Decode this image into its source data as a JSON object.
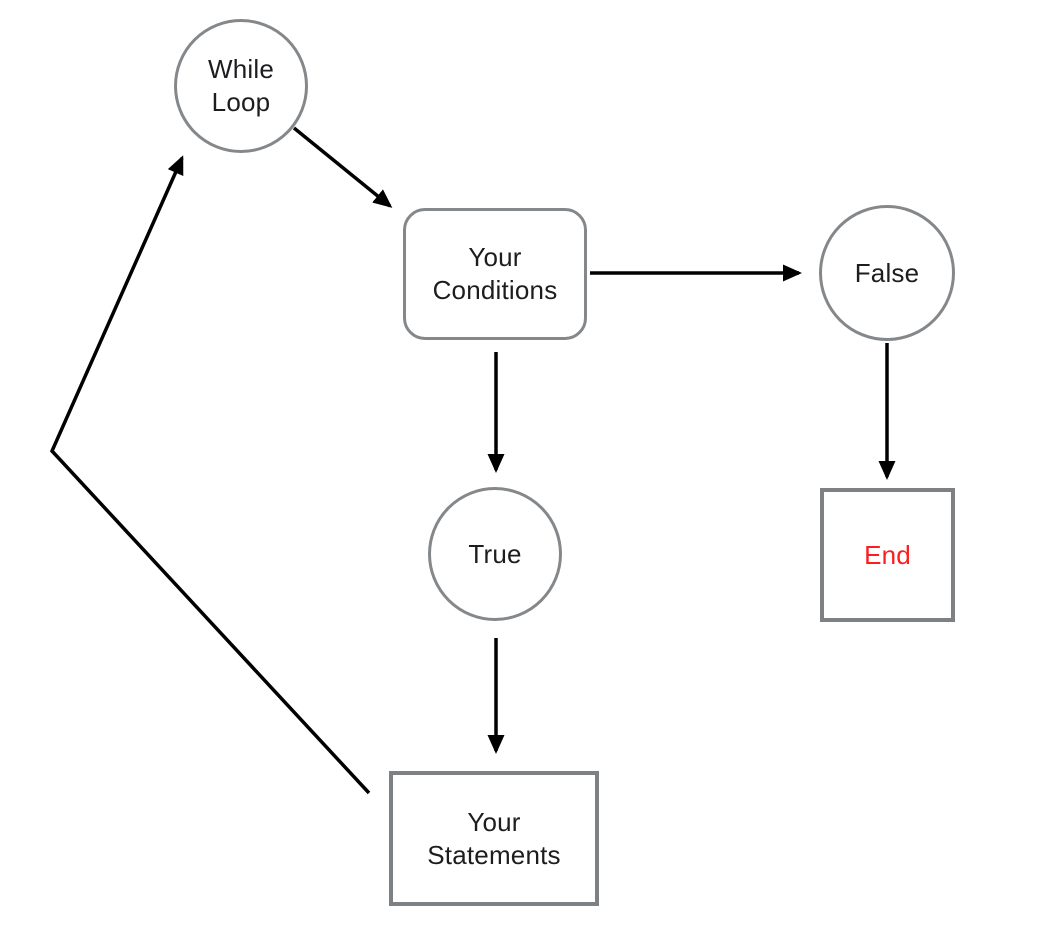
{
  "diagram": {
    "title": "while-loop-flowchart",
    "background": "#ffffff",
    "colors": {
      "node_border_gray": "#85888b",
      "box_border_gray": "#7e8184",
      "arrow_black": "#000000",
      "label_text": "#1d1d1f",
      "end_text_red": "#fc1d1f"
    },
    "nodes": {
      "while_loop": {
        "label": "While\nLoop",
        "shape": "circle"
      },
      "your_conditions": {
        "label": "Your\nConditions",
        "shape": "rounded-rectangle"
      },
      "false_node": {
        "label": "False",
        "shape": "circle"
      },
      "true_node": {
        "label": "True",
        "shape": "circle"
      },
      "end_node": {
        "label": "End",
        "shape": "rectangle"
      },
      "your_statements": {
        "label": "Your\nStatements",
        "shape": "rectangle"
      }
    },
    "edges": [
      {
        "from": "while_loop",
        "to": "your_conditions"
      },
      {
        "from": "your_conditions",
        "to": "false_node"
      },
      {
        "from": "false_node",
        "to": "end_node"
      },
      {
        "from": "your_conditions",
        "to": "true_node"
      },
      {
        "from": "true_node",
        "to": "your_statements"
      },
      {
        "from": "your_statements",
        "to": "while_loop"
      }
    ]
  }
}
